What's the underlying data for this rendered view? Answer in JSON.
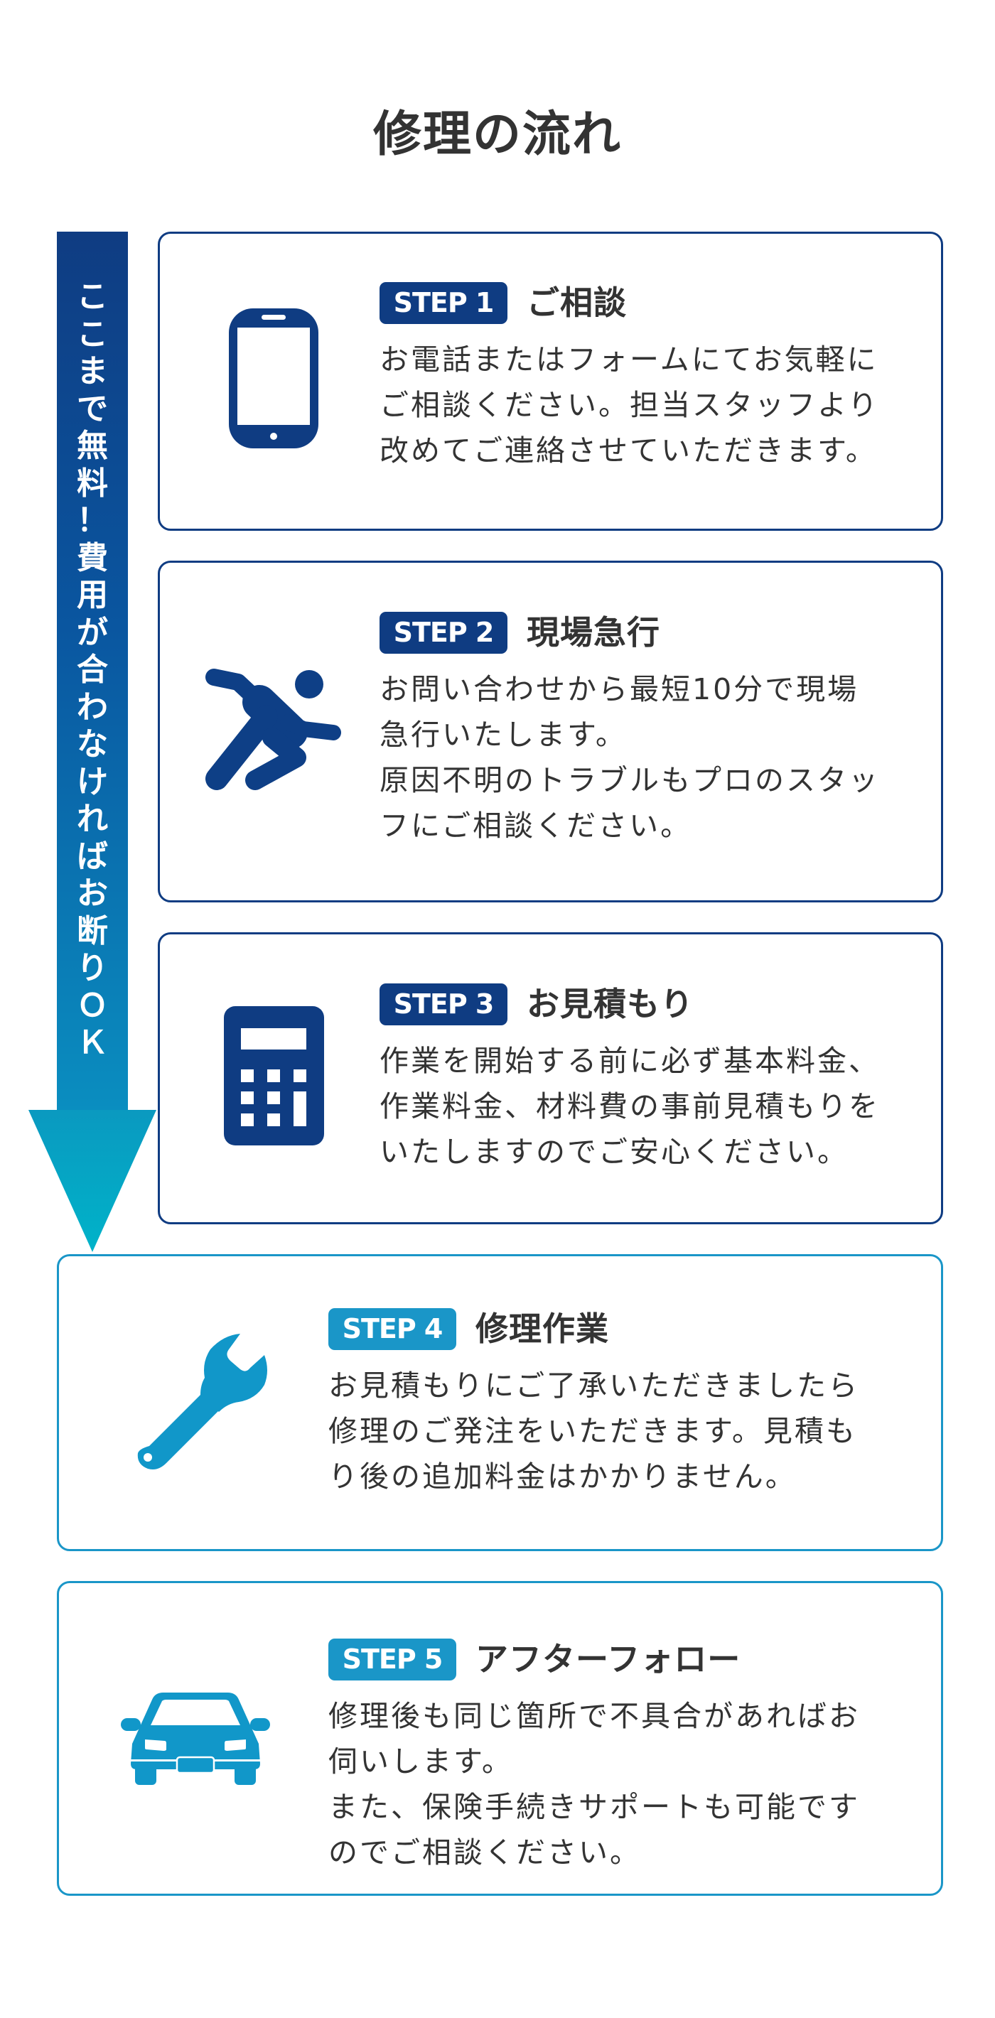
{
  "page": {
    "title": "修理の流れ"
  },
  "flow_bar": {
    "text_chars": [
      "こ",
      "こ",
      "ま",
      "で",
      "無",
      "料",
      "！",
      "費",
      "用",
      "が",
      "合",
      "わ",
      "な",
      "け",
      "れ",
      "ば",
      "お",
      "断",
      "り",
      "Ｏ",
      "Ｋ"
    ],
    "text": "ここまで無料！費用が合わなければお断りＯＫ",
    "color_top": "#0f3c82",
    "color_bottom": "#00b0c8"
  },
  "colors": {
    "dark_blue": "#0f3c82",
    "light_blue": "#1a96c8",
    "text": "#333333"
  },
  "steps": [
    {
      "badge": "STEP 1",
      "title": "ご相談",
      "icon": "smartphone-icon",
      "lines": [
        "お電話またはフォームにてお気軽に",
        "ご相談ください。担当スタッフより",
        "改めてご連絡させていただきます。"
      ]
    },
    {
      "badge": "STEP 2",
      "title": "現場急行",
      "icon": "running-person-icon",
      "lines": [
        "お問い合わせから最短10分で現場",
        "急行いたします。",
        "原因不明のトラブルもプロのスタッ",
        "フにご相談ください。"
      ]
    },
    {
      "badge": "STEP 3",
      "title": "お見積もり",
      "icon": "calculator-icon",
      "lines": [
        "作業を開始する前に必ず基本料金、",
        "作業料金、材料費の事前見積もりを",
        "いたしますのでご安心ください。"
      ]
    },
    {
      "badge": "STEP 4",
      "title": "修理作業",
      "icon": "wrench-icon",
      "lines": [
        "お見積もりにご了承いただきましたら",
        "修理のご発注をいただきます。見積も",
        "り後の追加料金はかかりません。"
      ]
    },
    {
      "badge": "STEP 5",
      "title": "アフターフォロー",
      "icon": "car-icon",
      "lines": [
        "修理後も同じ箇所で不具合があればお",
        "伺いします。",
        "また、保険手続きサポートも可能です",
        "のでご相談ください。"
      ]
    }
  ]
}
